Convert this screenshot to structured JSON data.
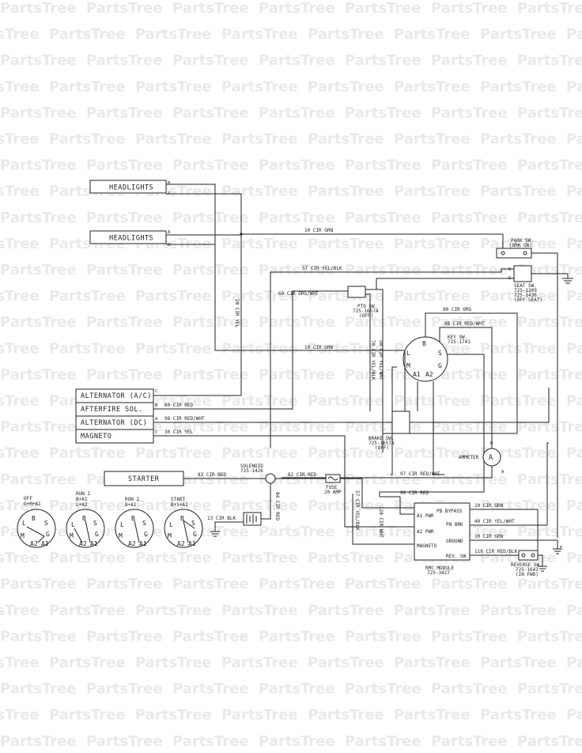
{
  "watermark": "PartsTree",
  "components": {
    "headlights_1": "HEADLIGHTS",
    "headlights_2": "HEADLIGHTS",
    "alternator_ac": "ALTERNATOR (A/C)",
    "afterfire_sol": "AFTERFIRE SOL.",
    "alternator_dc": "ALTERNATOR (DC)",
    "magneto": "MAGNETO",
    "starter": "STARTER",
    "solenoid": "SOLENOID",
    "solenoid_part": "725-1426",
    "fuse": "FUSE",
    "fuse_rating": "20 AMP",
    "park_sw": "PARK SW.",
    "park_sw_state": "(BRK ON)",
    "seat_sw": "SEAT SW.",
    "seat_sw_part1": "725-1309",
    "seat_sw_part2": "725-1436",
    "seat_sw_state": "(OFF SEAT)",
    "pto_sw": "PTO SW.",
    "pto_sw_part": "725-1657A",
    "pto_sw_state": "(OFF)",
    "key_sw": "KEY SW.",
    "key_sw_part": "725-1741",
    "brake_sw": "BRAKE SW.",
    "brake_sw_part": "725-1657A",
    "brake_sw_state": "(OFF)",
    "ammeter": "AMMETER",
    "rmc_module": "RMC MODULE",
    "rmc_module_part": "725-3427",
    "rmc_pins": [
      "PB BYPASS",
      "PN BRK",
      "GROUND",
      "REV. SW",
      "A1 PWR",
      "A2 PWR",
      "MAGNETO"
    ],
    "reverse_sw": "REVERSE SW.",
    "reverse_sw_part": "725-1643",
    "reverse_sw_state": "(IN FWD)"
  },
  "wires": {
    "w10_grn_top": "10 CIR GRN",
    "w57": "57 CIR YEL/BLK",
    "w60": "60 CIR ORG/WHT",
    "w80": "80 CIR ORG",
    "w88": "88 CIR RED/WHT",
    "w10_grn_mid": "10 CIR GRN",
    "w20_vert": "20 CIR YEL",
    "w60_red": "60 CIR RED",
    "w98": "98 CIR RED/WHT",
    "w30": "30 CIR YEL",
    "w83": "83 CIR RED",
    "w82": "82 CIR RED",
    "w84": "84 CIR RED",
    "w13": "13 CIR BLK",
    "w97": "97 CIR RED/WHT",
    "w90": "90 CIR RED",
    "w57_vert": "57 CIR YEL/BLK",
    "w120": "120 CIR WHT",
    "w70": "70 CIR YEL/BLK",
    "w50": "50 CIR YEL/WHT",
    "w10_grn_r1": "10 CIR GRN",
    "w40": "40 CIR YEL/WHT",
    "w10_grn_r2": "10 CIR GRN",
    "w110": "110 CIR RED/BLK"
  },
  "key_positions": [
    {
      "title": "OFF",
      "combo": "G+M+A1"
    },
    {
      "title": "RUN 1",
      "combo": "B+A1",
      "combo2": "L+A2"
    },
    {
      "title": "RUN 2",
      "combo": "B+A1"
    },
    {
      "title": "START",
      "combo": "B+S+A1"
    }
  ],
  "key_terminals": [
    "B",
    "L",
    "S",
    "G",
    "M",
    "A1",
    "A2"
  ],
  "pin_letters": [
    "B",
    "A",
    "C",
    "B",
    "A",
    "C",
    "A",
    "B",
    "D",
    "C",
    "D",
    "B",
    "E"
  ]
}
